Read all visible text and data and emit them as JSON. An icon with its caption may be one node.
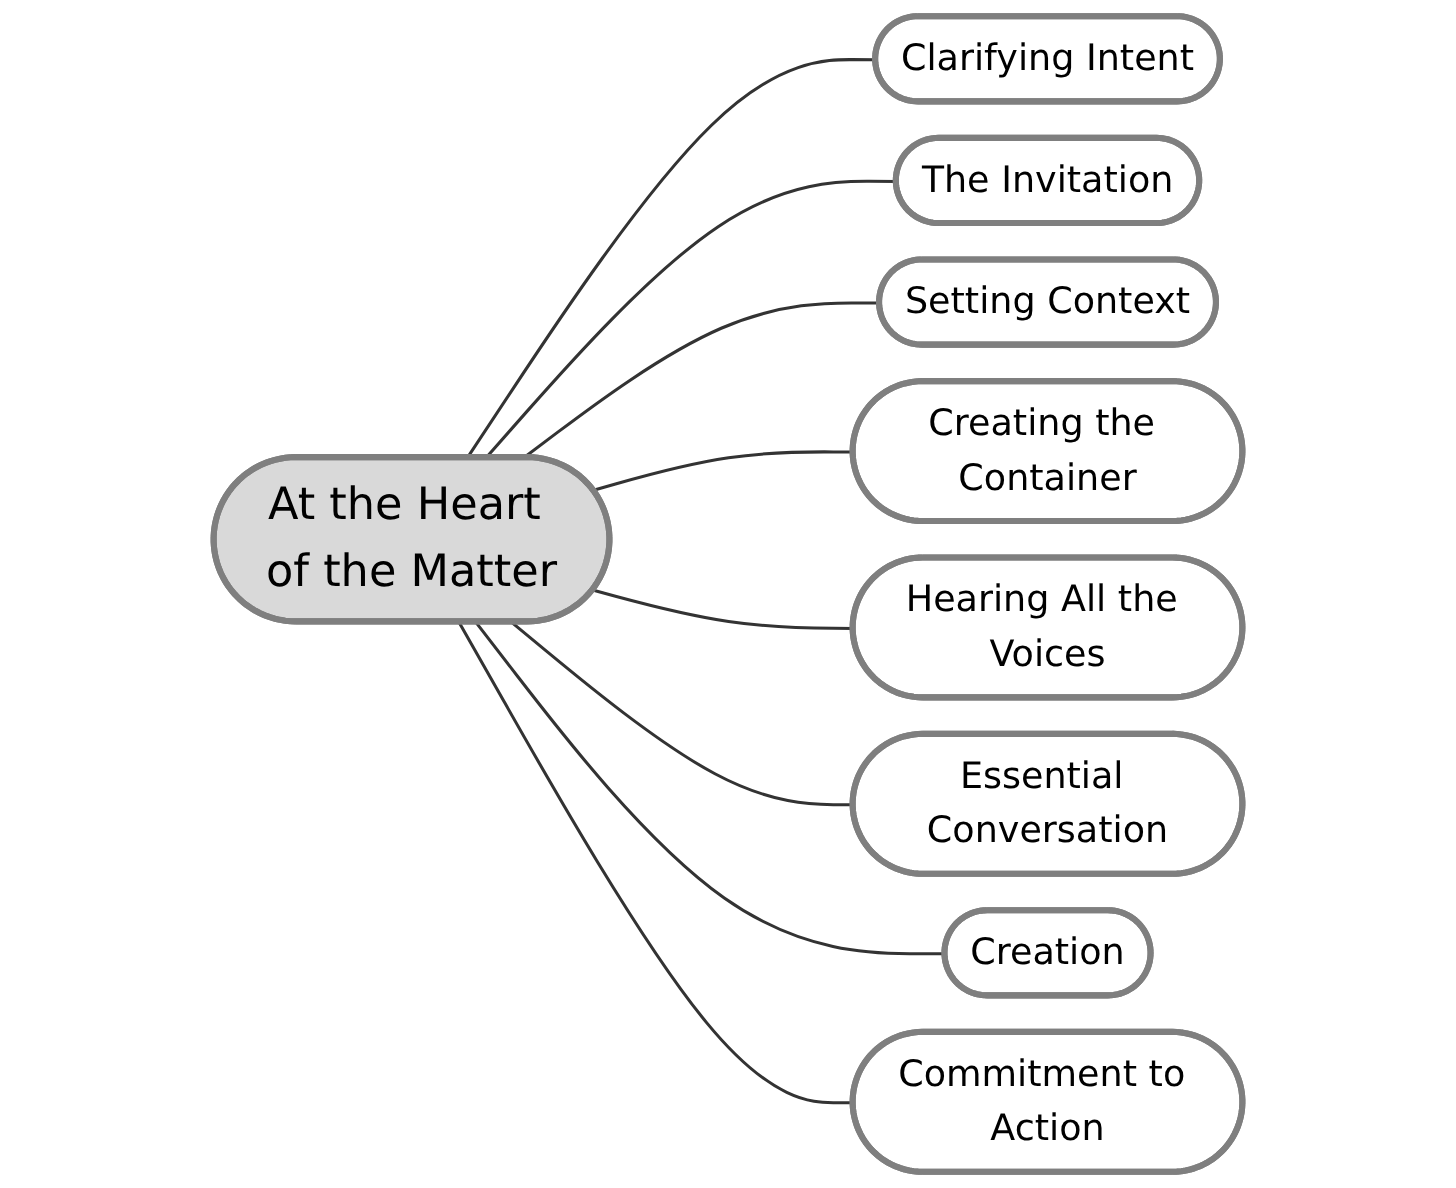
{
  "diagram": {
    "nodes": [
      {
        "text": [
          "At the Heart of the Matter"
        ]
      },
      {
        "text": [
          "Clarifying Intent"
        ]
      },
      {
        "text": [
          "The Invitation"
        ]
      },
      {
        "text": [
          "Setting Context"
        ]
      },
      {
        "text": [
          "Creating the Container"
        ]
      },
      {
        "text": [
          "Hearing All the Voices"
        ]
      },
      {
        "text": [
          "Essential Conversation"
        ]
      },
      {
        "text": [
          "Creation"
        ]
      },
      {
        "text": [
          "Commitment to Action"
        ]
      }
    ],
    "edges": [
      {
        "from": 0,
        "to": 1,
        "arrow": "none"
      },
      {
        "from": 0,
        "to": 2,
        "arrow": "none"
      },
      {
        "from": 0,
        "to": 3,
        "arrow": "none"
      },
      {
        "from": 0,
        "to": 4,
        "arrow": "none"
      },
      {
        "from": 0,
        "to": 5,
        "arrow": "none"
      },
      {
        "from": 0,
        "to": 6,
        "arrow": "none"
      },
      {
        "from": 0,
        "to": 7,
        "arrow": "none"
      },
      {
        "from": 0,
        "to": 8,
        "arrow": "none"
      }
    ]
  }
}
